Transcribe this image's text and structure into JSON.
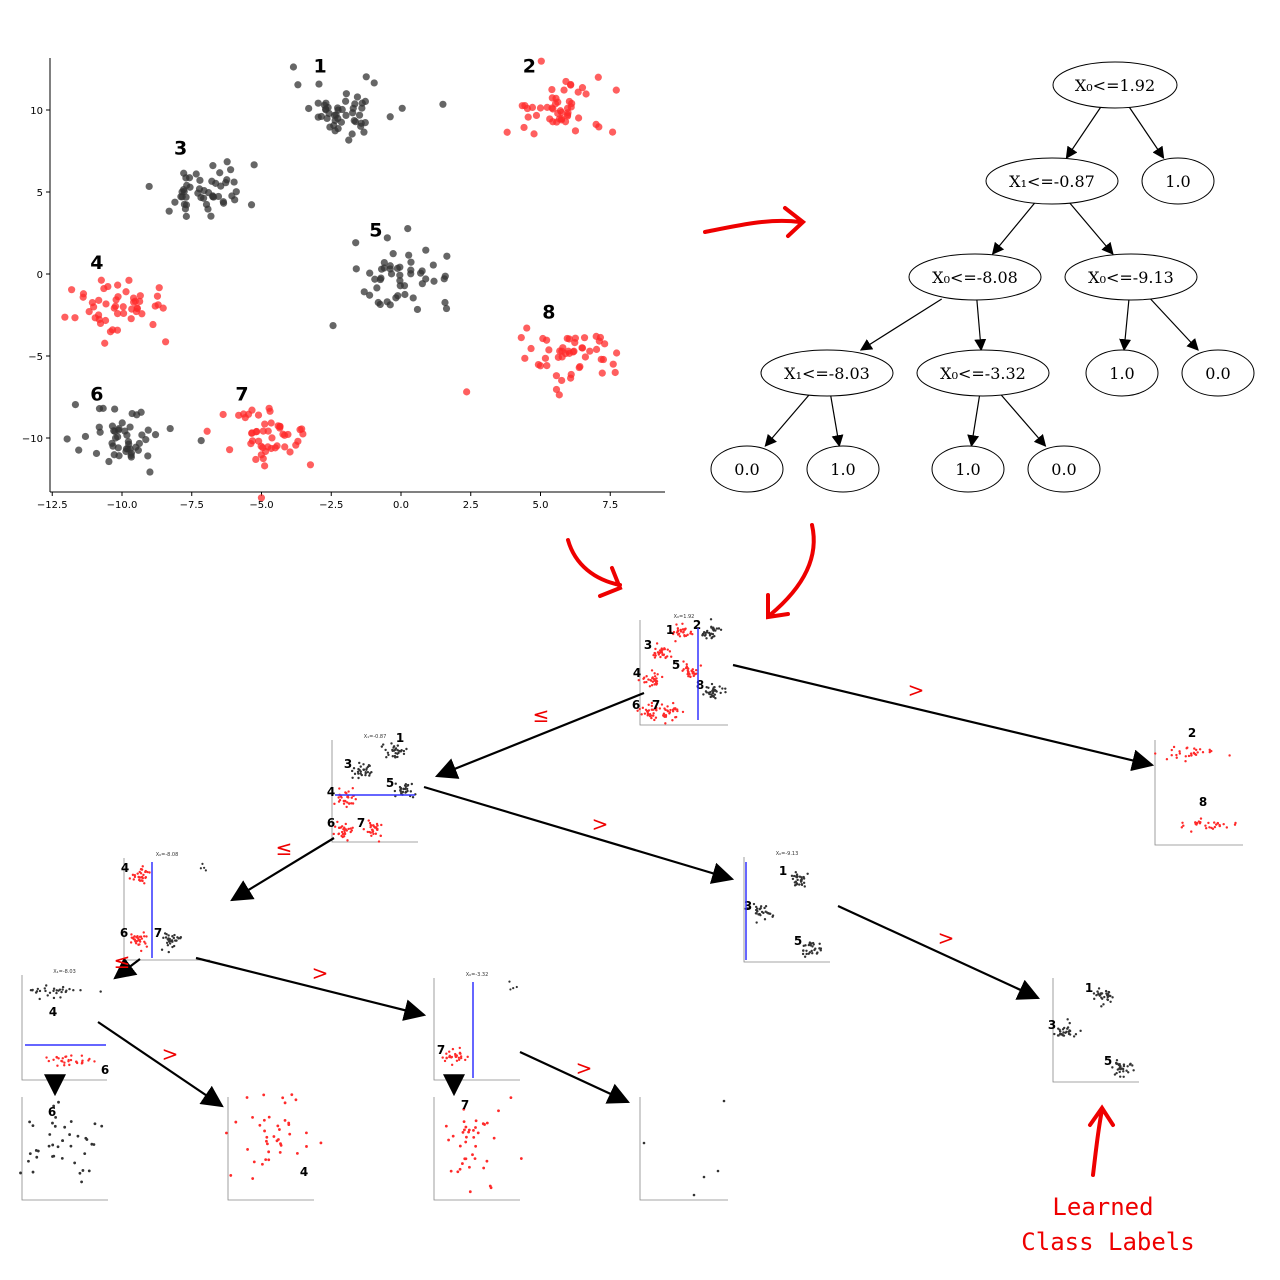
{
  "scatter": {
    "x_ticks": [
      "−12.5",
      "−10.0",
      "−7.5",
      "−5.0",
      "−2.5",
      "0.0",
      "2.5",
      "5.0",
      "7.5"
    ],
    "y_ticks": [
      "10",
      "5",
      "0",
      "−5",
      "−10"
    ],
    "clusters": [
      {
        "label": "1",
        "cx": -2,
        "cy": 10,
        "color": "#333333"
      },
      {
        "label": "2",
        "cx": 5.5,
        "cy": 10,
        "color": "#ff2a2a"
      },
      {
        "label": "3",
        "cx": -7,
        "cy": 5,
        "color": "#333333"
      },
      {
        "label": "4",
        "cx": -10,
        "cy": -2,
        "color": "#ff2a2a"
      },
      {
        "label": "5",
        "cx": 0,
        "cy": 0,
        "color": "#333333"
      },
      {
        "label": "8",
        "cx": 6.2,
        "cy": -5,
        "color": "#ff2a2a"
      },
      {
        "label": "6",
        "cx": -10,
        "cy": -10,
        "color": "#333333"
      },
      {
        "label": "7",
        "cx": -4.8,
        "cy": -10,
        "color": "#ff2a2a"
      }
    ]
  },
  "tree": {
    "nodes": [
      "X₀<=1.92",
      "X₁<=-0.87",
      "1.0",
      "X₀<=-8.08",
      "X₀<=-9.13",
      "X₁<=-8.03",
      "X₀<=-3.32",
      "1.0",
      "0.0",
      "0.0",
      "1.0",
      "1.0",
      "0.0"
    ]
  },
  "panels": {
    "titles": [
      "X₀=1.92",
      "X₁=-0.87",
      "X₀=-8.08",
      "X₀=-9.13",
      "X₁=-8.03",
      "X₀=-3.32"
    ],
    "labels": [
      "1",
      "2",
      "3",
      "4",
      "5",
      "6",
      "7",
      "8"
    ]
  },
  "edge_labels": {
    "le": "≤",
    "gt": ">"
  },
  "annotation": {
    "line1": "Learned",
    "line2": "Class Labels"
  },
  "colors": {
    "red": "#ff2a2a",
    "black": "#333333",
    "split": "#3333ff"
  }
}
